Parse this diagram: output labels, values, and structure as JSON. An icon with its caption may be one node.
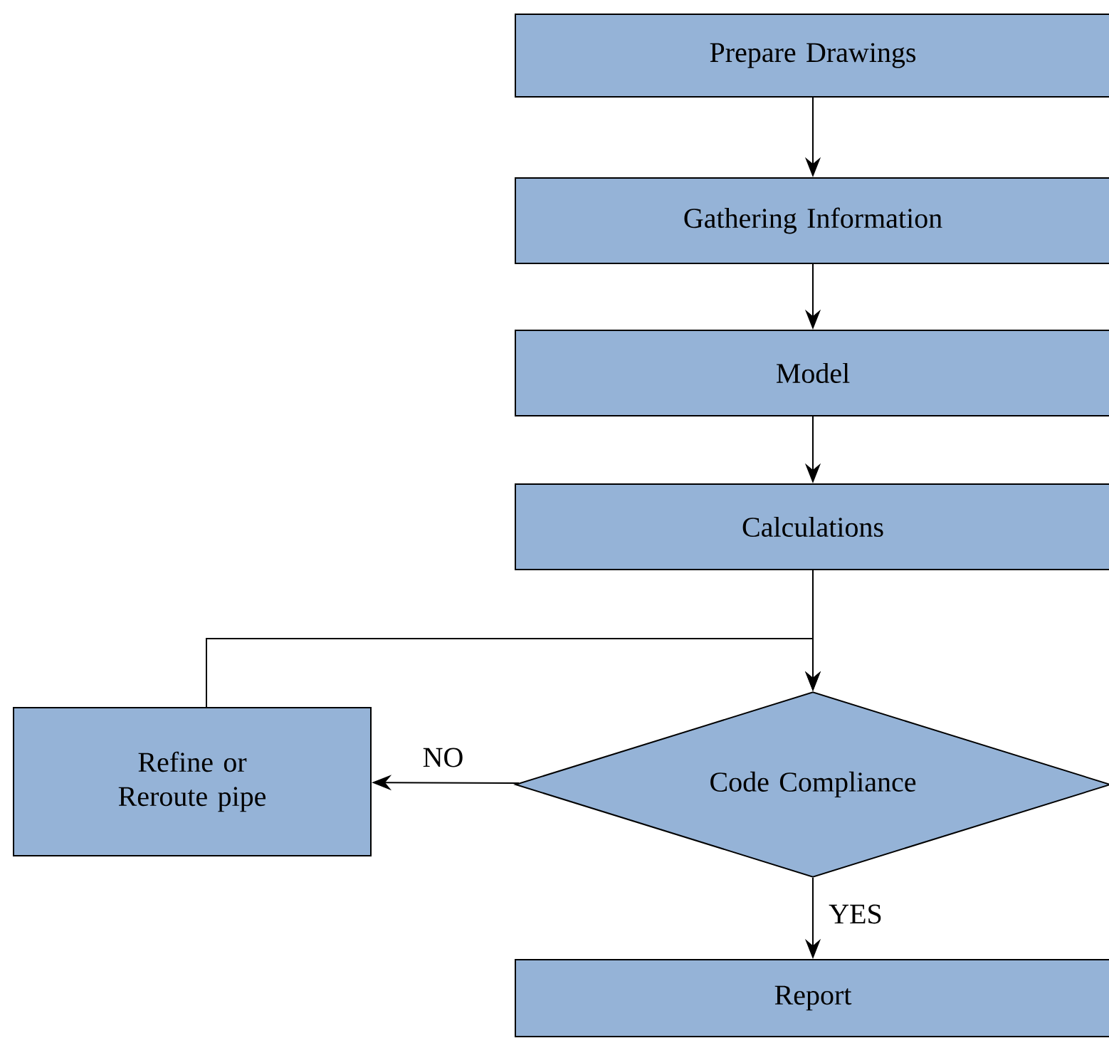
{
  "diagram": {
    "nodes": [
      {
        "text": [
          "Prepare Drawings"
        ]
      },
      {
        "text": [
          "Gathering Information"
        ]
      },
      {
        "text": [
          "Model"
        ]
      },
      {
        "text": [
          "Calculations"
        ]
      },
      {
        "text": [
          "Code Compliance"
        ]
      },
      {
        "text": [
          "Refine or Reroute pipe"
        ]
      },
      {
        "text": [
          "Report"
        ]
      }
    ],
    "edges": [
      {
        "from": 0,
        "to": 1,
        "arrow": "to"
      },
      {
        "from": 1,
        "to": 2,
        "arrow": "to"
      },
      {
        "from": 2,
        "to": 3,
        "arrow": "to"
      },
      {
        "from": 3,
        "to": 4,
        "arrow": "to"
      },
      {
        "from": 4,
        "to": 5,
        "arrow": "to",
        "label": "NO"
      },
      {
        "from": 4,
        "to": 6,
        "arrow": "to",
        "label": "YES"
      },
      {
        "from": 5,
        "to": 4,
        "arrow": "to"
      }
    ]
  }
}
